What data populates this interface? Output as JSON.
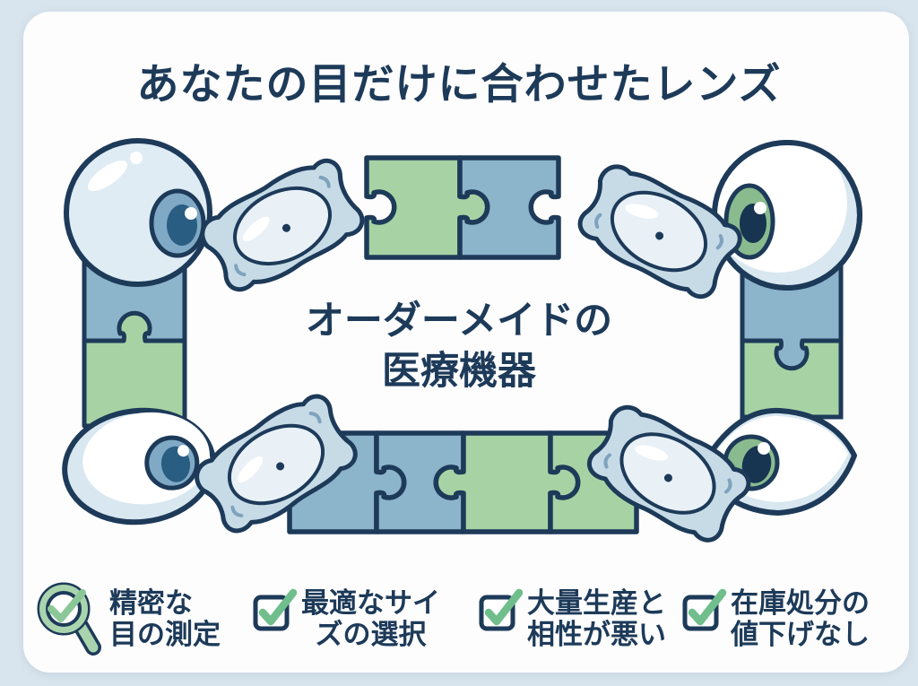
{
  "header": {
    "title": "あなたの目だけに合わせたレンズ"
  },
  "center": {
    "line1": "オーダーメイドの",
    "line2": "医療機器"
  },
  "features": [
    {
      "icon": "magnifier-check-icon",
      "line1": "精密な",
      "line2": "目の測定"
    },
    {
      "icon": "checkbox-check-icon",
      "line1": "最適なサイ",
      "line2": "ズの選択"
    },
    {
      "icon": "checkbox-check-icon",
      "line1": "大量生産と",
      "line2": "相性が悪い"
    },
    {
      "icon": "checkbox-check-icon",
      "line1": "在庫処分の",
      "line2": "値下げなし"
    }
  ],
  "colors": {
    "background": "#d9e5ee",
    "card": "#fdfdfd",
    "ink": "#1d3a59",
    "puzzle_blue": "#8cb4cb",
    "puzzle_green": "#a7d3a4",
    "check_green": "#6fbe8b",
    "magnifier_green": "#a9d4ae",
    "iris_blue": "#7fa9c5",
    "pupil_blue": "#2a5d82",
    "iris_green": "#8abb8f",
    "pupil_navy": "#173450",
    "lens_body": "#c7dbe7",
    "lens_dome": "#e9f1f7"
  }
}
